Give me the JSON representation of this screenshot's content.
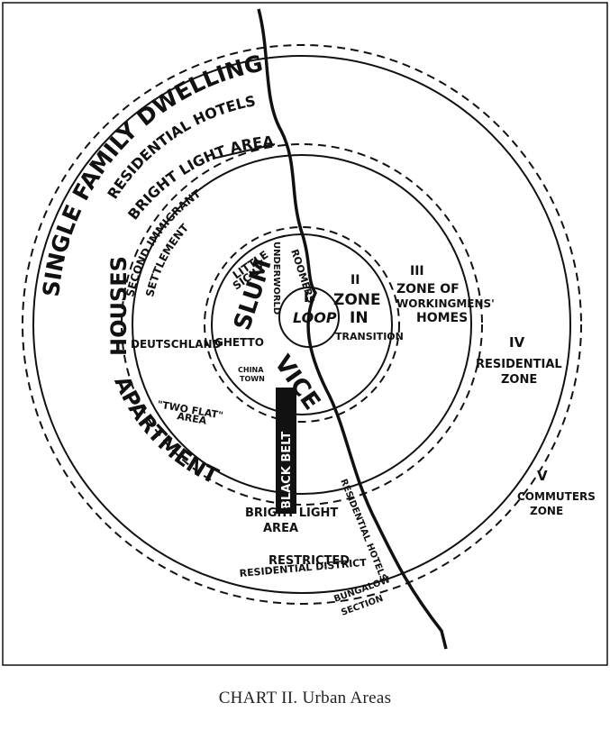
{
  "caption": "CHART II. Urban Areas",
  "zones": {
    "z1_num": "I",
    "z1_name": "LOOP",
    "z2_num": "II",
    "z2_name_1": "ZONE",
    "z2_name_2": "IN",
    "z2_name_3": "TRANSITION",
    "z3_num": "III",
    "z3_name_1": "ZONE OF",
    "z3_name_2": "WORKINGMENS'",
    "z3_name_3": "HOMES",
    "z4_num": "IV",
    "z4_name_1": "RESIDENTIAL",
    "z4_name_2": "ZONE",
    "z5_num": "V",
    "z5_name_1": "COMMUTERS",
    "z5_name_2": "ZONE"
  },
  "areas": {
    "single_family": "SINGLE FAMILY DWELLINGS",
    "residential_hotels": "RESIDENTIAL HOTELS",
    "bright_light_top": "BRIGHT LIGHT AREA",
    "apartment": "APARTMENT",
    "houses": "HOUSES",
    "second_immigrant_1": "SECOND IMMIGRANT",
    "second_immigrant_2": "SETTLEMENT",
    "deutschland": "DEUTSCHLAND",
    "ghetto": "GHETTO",
    "little_sicily_1": "LITTLE",
    "little_sicily_2": "SICILY",
    "underworld": "UNDERWORLD",
    "roomers": "ROOMERS",
    "slum": "SLUM",
    "vice": "VICE",
    "china_town_1": "CHINA",
    "china_town_2": "TOWN",
    "two_flat_1": "\"TWO FLAT\"",
    "two_flat_2": "AREA",
    "black_belt": "BLACK BELT",
    "bright_light_bottom_1": "BRIGHT LIGHT",
    "bright_light_bottom_2": "AREA",
    "restricted_1": "RESTRICTED",
    "restricted_2": "RESIDENTIAL DISTRICT",
    "residential_hotels_lake": "RESIDENTIAL HOTELS",
    "bungalow_1": "BUNGALOW",
    "bungalow_2": "SECTION"
  },
  "colors": {
    "ink": "#111111",
    "paper": "#ffffff"
  }
}
